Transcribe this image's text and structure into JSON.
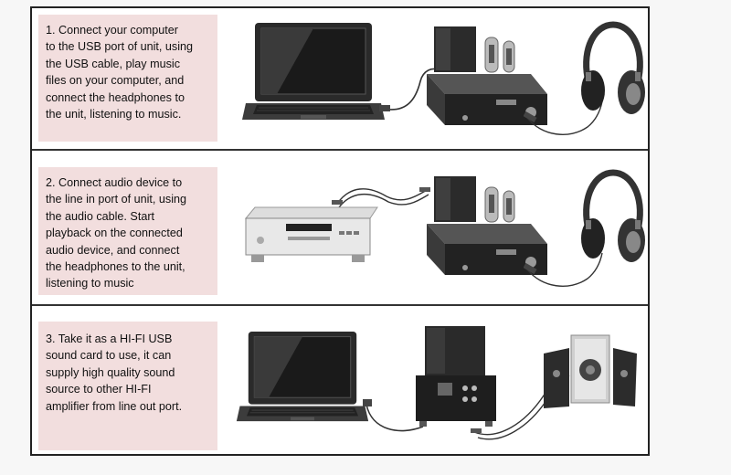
{
  "steps": [
    {
      "lines": [
        "1. Connect your computer",
        "to the USB port of unit, using",
        "the USB cable, play music",
        "files on your computer, and",
        "connect the headphones to",
        "the unit, listening to music."
      ],
      "devices": [
        "laptop-icon",
        "tube-amplifier-icon",
        "headphones-icon"
      ]
    },
    {
      "lines": [
        "2. Connect audio device to",
        "the line in port of unit, using",
        "the audio cable. Start",
        "playback on the connected",
        "audio device, and connect",
        "the headphones to the unit,",
        "listening to music"
      ],
      "devices": [
        "cd-player-icon",
        "tube-amplifier-icon",
        "headphones-icon"
      ]
    },
    {
      "lines": [
        "3. Take it as a HI-FI USB",
        "sound card to use, it can",
        "supply high quality sound",
        "source to other HI-FI",
        "amplifier from line out port."
      ],
      "devices": [
        "laptop-icon",
        "tube-amplifier-rear-icon",
        "speakers-icon"
      ]
    }
  ],
  "colors": {
    "textbox_bg": "#f2dede",
    "border": "#222222"
  }
}
